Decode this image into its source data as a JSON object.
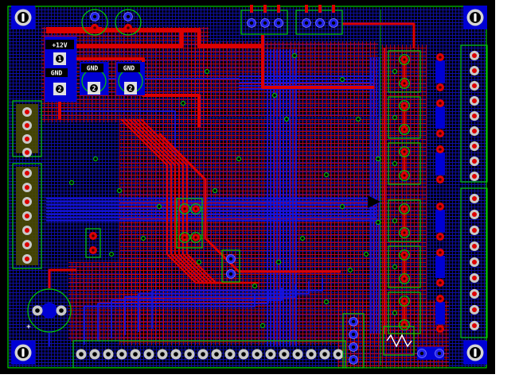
{
  "colors": {
    "page_bg": "#ffffff",
    "board_bg": "#000000",
    "top_copper": "#dd0000",
    "bottom_copper": "#1414e6",
    "silkscreen": "#00cc00",
    "pad_plating": "#c8c8c8",
    "component_blue": "#0000d4",
    "label_bg": "#000000",
    "label_text": "#ffffff",
    "connector_body": "#4a4a00"
  },
  "labels": {
    "power_plus": "+12V",
    "power_plus_pin": "1",
    "power_gnd": "GND",
    "power_gnd_pin": "2",
    "cap_a_label": "GND",
    "cap_a_pin": "2",
    "cap_b_label": "GND",
    "cap_b_pin": "2",
    "polarity": "+"
  },
  "icons": {
    "mounting_hole": "screw-head-icon",
    "inductor": "coil-zigzag-icon"
  },
  "board": {
    "mounting_holes": 4,
    "top_connectors": 2,
    "top_connector_pins": 3,
    "left_upper_connector_pins": 4,
    "left_lower_connector_pins": 7,
    "right_edge_connector_upper_pins": 9,
    "right_edge_connector_lower_pins": 9,
    "right_modules": 6,
    "bottom_connector_pins": 20,
    "center_component_pads": 4
  }
}
